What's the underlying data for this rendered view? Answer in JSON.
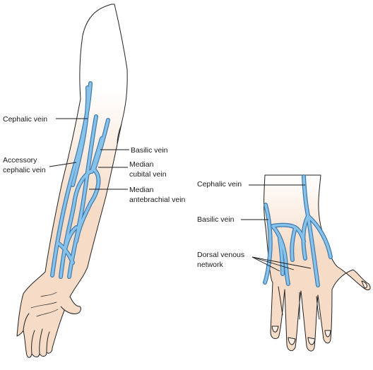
{
  "figure": {
    "colors": {
      "skin": "#f6dcc7",
      "skin_light": "#fbeee3",
      "vein": "#86c2ea",
      "vein_outline": "#3f79ad",
      "outline": "#222222",
      "label_text": "#1a1a1a"
    },
    "arm_labels": {
      "cephalic_vein": "Cephalic vein",
      "basilic_vein": "Basilic vein",
      "accessory_cephalic_line1": "Accessory",
      "accessory_cephalic_line2": "cephalic vein",
      "median_cubital_line1": "Median",
      "median_cubital_line2": "cubital vein",
      "median_antebrachial_line1": "Median",
      "median_antebrachial_line2": "antebrachial vein"
    },
    "hand_labels": {
      "cephalic_vein": "Cephalic vein",
      "basilic_vein": "Basilic vein",
      "dorsal_venous_line1": "Dorsal venous",
      "dorsal_venous_line2": "network"
    }
  }
}
